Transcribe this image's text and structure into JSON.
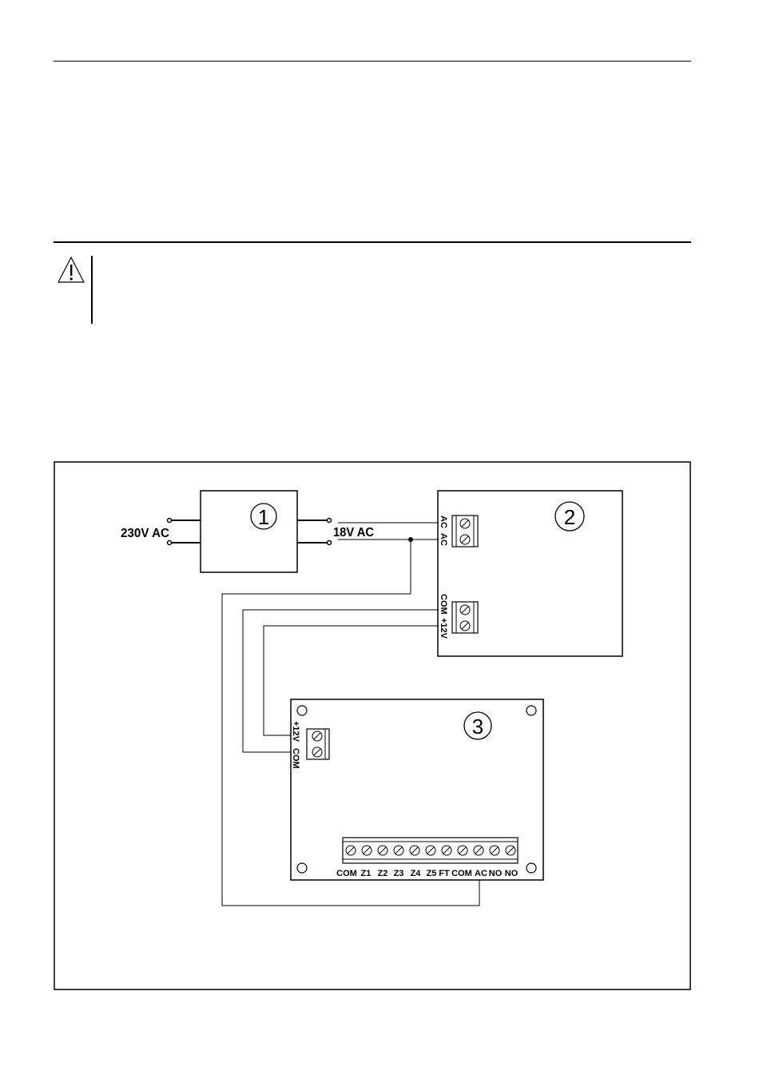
{
  "diagram": {
    "title_hidden": "",
    "power_source": {
      "number": "1",
      "input_label": "230V AC",
      "output_label": "18V AC"
    },
    "power_supply": {
      "number": "2",
      "terminals_ac": [
        "AC",
        "AC"
      ],
      "terminals_dc": [
        "COM",
        "+12V"
      ]
    },
    "module": {
      "number": "3",
      "power_terminals": [
        "+12V",
        "COM"
      ],
      "terminal_strip": [
        "COM",
        "Z1",
        "Z2",
        "Z3",
        "Z4",
        "Z5",
        "FT",
        "COM",
        "AC",
        "NO",
        "NO"
      ]
    },
    "warning_icon": "warning-triangle-icon",
    "colors": {
      "ink": "#000000",
      "paper": "#ffffff"
    }
  }
}
